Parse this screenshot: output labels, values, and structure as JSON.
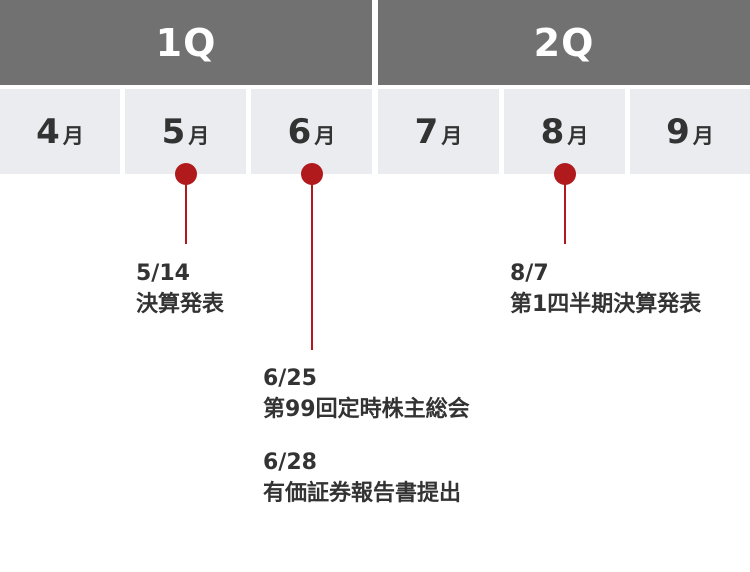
{
  "quarters": [
    {
      "label": "1Q"
    },
    {
      "label": "2Q"
    }
  ],
  "months": [
    {
      "num": "4",
      "unit": "月"
    },
    {
      "num": "5",
      "unit": "月"
    },
    {
      "num": "6",
      "unit": "月"
    },
    {
      "num": "7",
      "unit": "月"
    },
    {
      "num": "8",
      "unit": "月"
    },
    {
      "num": "9",
      "unit": "月"
    }
  ],
  "events": [
    {
      "date": "5/14",
      "desc": "決算発表"
    },
    {
      "date": "8/7",
      "desc": "第1四半期決算発表"
    },
    {
      "date": "6/25",
      "desc": "第99回定時株主総会"
    },
    {
      "date": "6/28",
      "desc": "有価証券報告書提出"
    }
  ],
  "colors": {
    "quarter_bg": "#717171",
    "month_bg": "#eaecef",
    "marker": "#b01a1d"
  }
}
